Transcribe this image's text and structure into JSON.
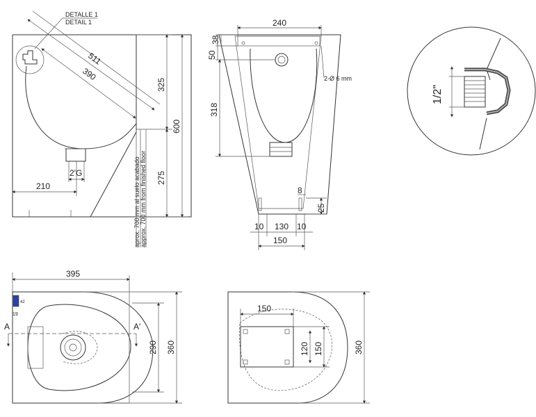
{
  "side_view": {
    "detail_label_es": "DETALLE 1",
    "detail_label_en": "DETAIL 1",
    "dim_511": "511",
    "dim_390": "390",
    "dim_325": "325",
    "dim_600": "600",
    "dim_275": "275",
    "dim_210": "210",
    "outlet_label": "2'G",
    "floor_note_es": "aprox. 700 mm al suelo acabado",
    "floor_note_en": "approx. 700 mm from finished floor"
  },
  "front_view": {
    "dim_240": "240",
    "dim_50": "50",
    "dim_38": "38",
    "dim_318": "318",
    "holes_note": "2-Ø 6 mm",
    "dim_8": "8",
    "dim_25": "25",
    "dim_10_left": "10",
    "dim_130": "130",
    "dim_10_right": "10",
    "dim_150": "150"
  },
  "detail_view": {
    "thread_label": "1/2\""
  },
  "top_view": {
    "dim_395": "395",
    "section_a": "A",
    "section_a_prime": "A'",
    "dim_290": "290",
    "dim_360": "360",
    "small_19": "19",
    "small_42": "42"
  },
  "rear_view": {
    "dim_150_top": "150",
    "dim_120": "120",
    "dim_150_side": "150",
    "dim_360": "360"
  }
}
